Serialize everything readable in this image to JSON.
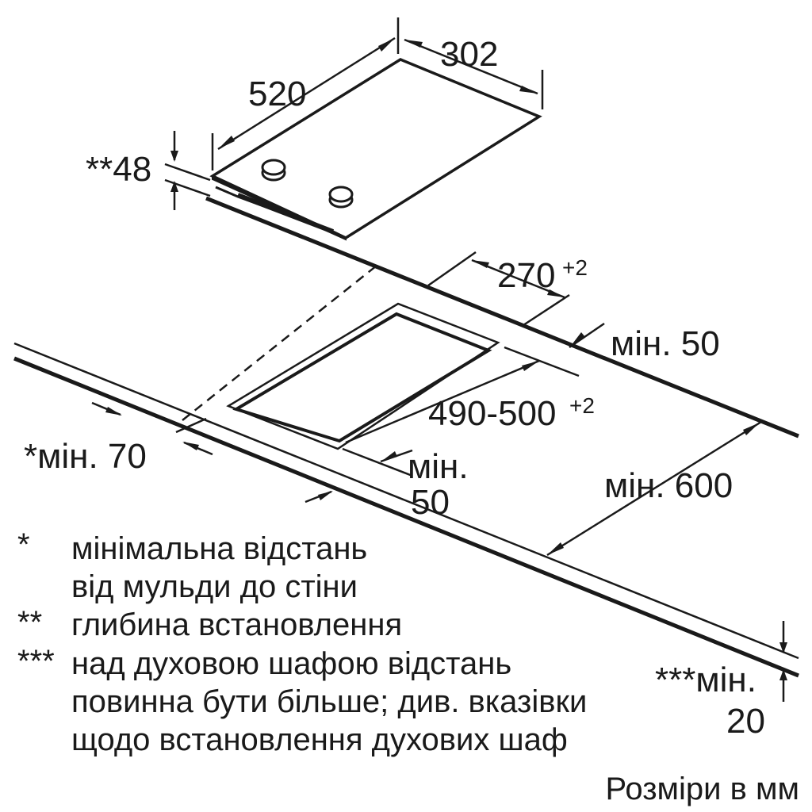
{
  "dimensions": {
    "width_520": "520",
    "depth_302": "302",
    "install_depth": "**48",
    "cutout_width": "270",
    "cutout_width_tol": "+2",
    "cutout_depth": "490-500",
    "cutout_depth_tol": "+2",
    "min_50_back": "мін. 50",
    "min_70_front": "*мін. 70",
    "min_50_front_line1": "мін.",
    "min_50_front_line2": "50",
    "min_600": "мін. 600",
    "min_20_line1": "***мін.",
    "min_20_line2": "20"
  },
  "notes": [
    {
      "marker": "*",
      "lines": [
        "мінімальна відстань",
        "від мульди до стіни"
      ]
    },
    {
      "marker": "**",
      "lines": [
        "глибина встановлення"
      ]
    },
    {
      "marker": "***",
      "lines": [
        "над духовою шафою відстань",
        "повинна бути більше; див. вказівки",
        "щодо встановлення духових шаф"
      ]
    }
  ],
  "footer": "Розміри в мм"
}
